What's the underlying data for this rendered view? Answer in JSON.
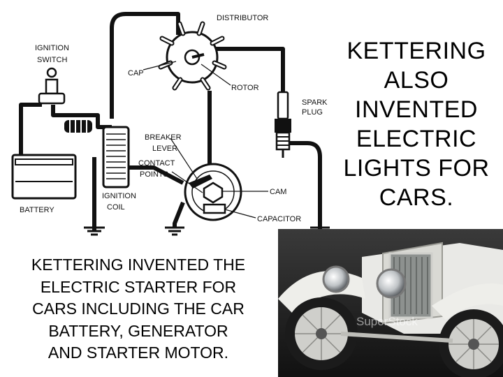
{
  "diagram": {
    "labels": {
      "distributor": "DISTRIBUTOR",
      "ignition_switch": [
        "IGNITION",
        "SWITCH"
      ],
      "cap": "CAP",
      "rotor": "ROTOR",
      "spark_plug": [
        "SPARK",
        "PLUG"
      ],
      "breaker_lever": [
        "BREAKER",
        "LEVER"
      ],
      "contact_points": [
        "CONTACT",
        "POINTS"
      ],
      "cam": "CAM",
      "ignition_coil": [
        "IGNITION",
        "COIL"
      ],
      "battery": "BATTERY",
      "capacitor": "CAPACITOR"
    }
  },
  "caption_right": [
    "KETTERING",
    "ALSO",
    "INVENTED",
    "ELECTRIC",
    "LIGHTS FOR",
    "CARS."
  ],
  "caption_bottom": [
    "KETTERING INVENTED THE",
    "ELECTRIC STARTER FOR",
    "CARS INCLUDING THE CAR",
    "BATTERY, GENERATOR",
    "AND STARTER MOTOR."
  ],
  "photo": {
    "watermark": "SuperStock"
  }
}
